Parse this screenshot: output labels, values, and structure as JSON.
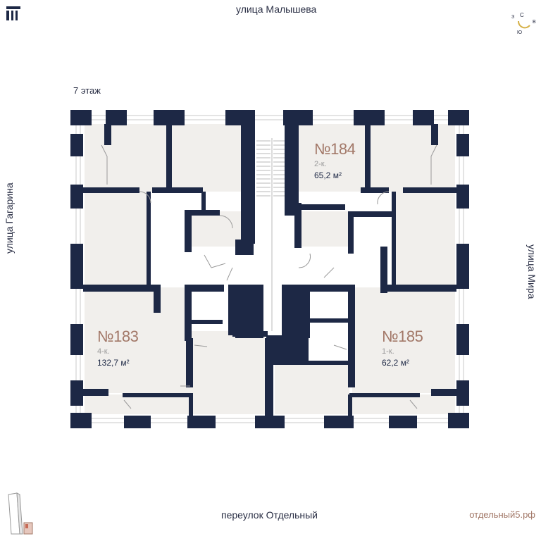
{
  "streets": {
    "top": "улица Малышева",
    "left": "улица Гагарина",
    "right": "улица Мира",
    "bottom": "переулок Отдельный"
  },
  "floor": {
    "label": "7 этаж"
  },
  "compass": {
    "n": "С",
    "w": "З",
    "e": "В",
    "s": "Ю"
  },
  "apartments": [
    {
      "number": "№183",
      "rooms": "4-к.",
      "area": "132,7 м²"
    },
    {
      "number": "№184",
      "rooms": "2-к.",
      "area": "65,2 м²"
    },
    {
      "number": "№185",
      "rooms": "1-к.",
      "area": "62,2 м²"
    }
  ],
  "site": {
    "link": "отдельный5.рф"
  },
  "colors": {
    "wall": "#1d2845",
    "room_fill": "#f1efec",
    "accent": "#a27868",
    "muted": "#9a9a9a"
  }
}
